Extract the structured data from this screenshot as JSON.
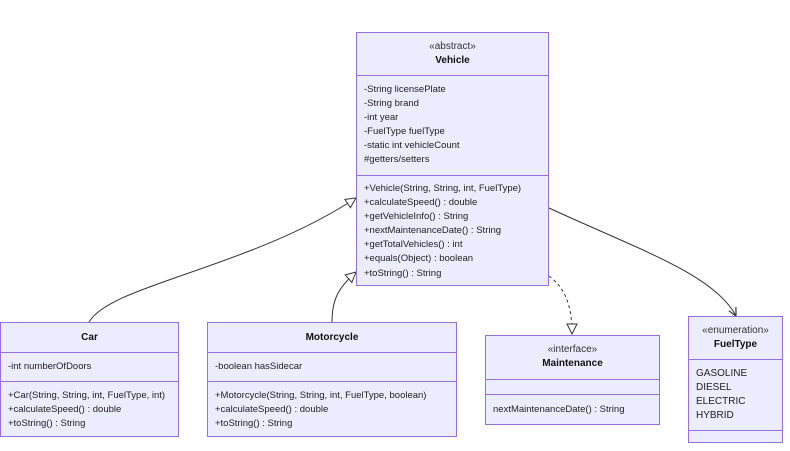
{
  "classes": {
    "vehicle": {
      "stereotype": "«abstract»",
      "name": "Vehicle",
      "attributes": [
        "-String licensePlate",
        "-String brand",
        "-int year",
        "-FuelType fuelType",
        "-static int vehicleCount",
        "#getters/setters"
      ],
      "methods": [
        "+Vehicle(String, String, int, FuelType)",
        "+calculateSpeed() : double",
        "+getVehicleInfo() : String",
        "+nextMaintenanceDate() : String",
        "+getTotalVehicles() : int",
        "+equals(Object) : boolean",
        "+toString() : String"
      ]
    },
    "car": {
      "name": "Car",
      "attributes": [
        "-int numberOfDoors"
      ],
      "methods": [
        "+Car(String, String, int, FuelType, int)",
        "+calculateSpeed() : double",
        "+toString() : String"
      ]
    },
    "motorcycle": {
      "name": "Motorcycle",
      "attributes": [
        "-boolean hasSidecar"
      ],
      "methods": [
        "+Motorcycle(String, String, int, FuelType, boolean)",
        "+calculateSpeed() : double",
        "+toString() : String"
      ]
    },
    "maintenance": {
      "stereotype": "«interface»",
      "name": "Maintenance",
      "attributes": [],
      "methods": [
        "nextMaintenanceDate() : String"
      ]
    },
    "fueltype": {
      "stereotype": "«enumeration»",
      "name": "FuelType",
      "values": [
        "GASOLINE",
        "DIESEL",
        "ELECTRIC",
        "HYBRID"
      ]
    }
  },
  "relations": [
    {
      "from": "Car",
      "to": "Vehicle",
      "kind": "inheritance"
    },
    {
      "from": "Motorcycle",
      "to": "Vehicle",
      "kind": "inheritance"
    },
    {
      "from": "Vehicle",
      "to": "Maintenance",
      "kind": "realization"
    },
    {
      "from": "Vehicle",
      "to": "FuelType",
      "kind": "association"
    }
  ],
  "colors": {
    "fill": "#ececff",
    "border": "#9370db",
    "edge": "#333333"
  }
}
